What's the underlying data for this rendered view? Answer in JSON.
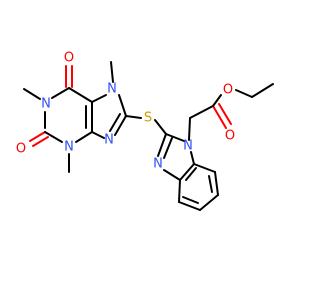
{
  "colors": {
    "background": "#ffffff",
    "bond": "#000000",
    "oxygen": "#ff0000",
    "nitrogen": "#3050f8",
    "sulfur": "#c8a000"
  },
  "atom_labels": {
    "o_c6": "O",
    "o_c2": "O",
    "n1": "N",
    "n3": "N",
    "n7": "N",
    "n9": "N",
    "s": "S",
    "bzi_n1": "N",
    "bzi_n3": "N",
    "o_carbonyl": "O",
    "o_ester": "O"
  }
}
